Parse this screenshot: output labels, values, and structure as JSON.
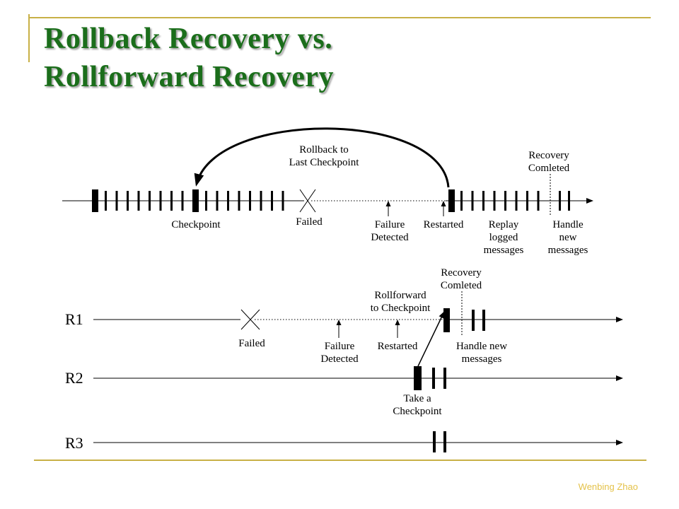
{
  "slide": {
    "title_line1": "Rollback Recovery vs.",
    "title_line2": "Rollforward Recovery",
    "footer": "Wenbing Zhao"
  },
  "top_diagram": {
    "rollback_arc_label": [
      "Rollback to",
      "Last Checkpoint"
    ],
    "recovery_completed_label": [
      "Recovery",
      "Comleted"
    ],
    "checkpoint_label": "Checkpoint",
    "failed_label": "Failed",
    "failure_detected_label": [
      "Failure",
      "Detected"
    ],
    "restarted_label": "Restarted",
    "replay_label": [
      "Replay",
      "logged",
      "messages"
    ],
    "handle_new_label": [
      "Handle",
      "new",
      "messages"
    ]
  },
  "bottom_diagram": {
    "rows": [
      "R1",
      "R2",
      "R3"
    ],
    "recovery_completed_label": [
      "Recovery",
      "Comleted"
    ],
    "rollforward_label": [
      "Rollforward",
      "to Checkpoint"
    ],
    "failed_label": "Failed",
    "failure_detected_label": [
      "Failure",
      "Detected"
    ],
    "restarted_label": "Restarted",
    "handle_new_label": [
      "Handle new",
      "messages"
    ],
    "take_checkpoint_label": [
      "Take a",
      "Checkpoint"
    ]
  }
}
